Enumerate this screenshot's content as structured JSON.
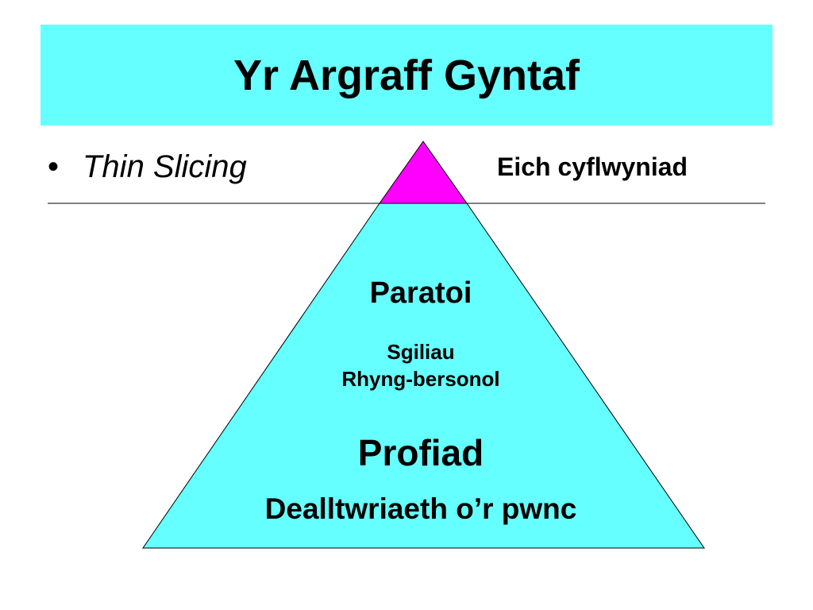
{
  "slide": {
    "title": "Yr Argraff Gyntaf",
    "bullet_symbol": "•",
    "bullet_text": "Thin Slicing",
    "top_label": "Eich cyflwyniad"
  },
  "pyramid": {
    "tiers": [
      "Paratoi",
      "Sgiliau",
      "Rhyng-bersonol",
      "Profiad",
      "Dealltwriaeth o’r pwnc"
    ]
  },
  "colors": {
    "title_bar": "#66ffff",
    "pyramid_body": "#66ffff",
    "pyramid_tip": "#ff00ff",
    "stroke": "#000000"
  }
}
